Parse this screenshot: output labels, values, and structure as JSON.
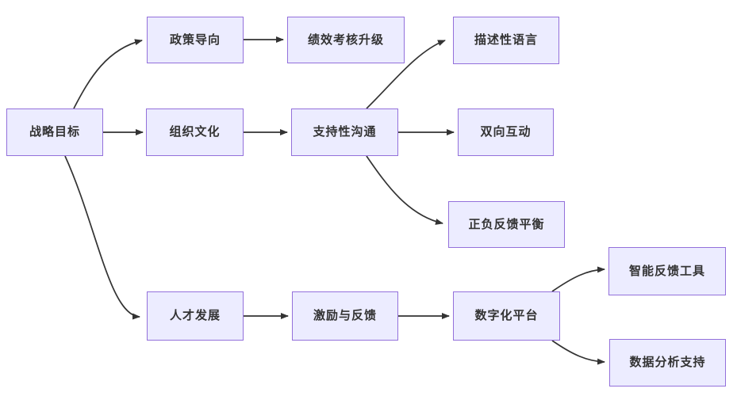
{
  "diagram": {
    "type": "flowchart",
    "direction": "left-to-right",
    "style": {
      "node_fill": "#ECECFF",
      "node_border": "#9370DB",
      "edge_color": "#333333",
      "text_color": "#333333",
      "background": "#FFFFFF"
    },
    "nodes": [
      {
        "id": "strategic-goals",
        "label": "战略目标"
      },
      {
        "id": "policy-orientation",
        "label": "政策导向"
      },
      {
        "id": "performance-appraisal-upgrade",
        "label": "绩效考核升级"
      },
      {
        "id": "organizational-culture",
        "label": "组织文化"
      },
      {
        "id": "supportive-communication",
        "label": "支持性沟通"
      },
      {
        "id": "descriptive-language",
        "label": "描述性语言"
      },
      {
        "id": "two-way-interaction",
        "label": "双向互动"
      },
      {
        "id": "positive-negative-feedback-balance",
        "label": "正负反馈平衡"
      },
      {
        "id": "talent-development",
        "label": "人才发展"
      },
      {
        "id": "incentive-and-feedback",
        "label": "激励与反馈"
      },
      {
        "id": "digital-platform",
        "label": "数字化平台"
      },
      {
        "id": "smart-feedback-tools",
        "label": "智能反馈工具"
      },
      {
        "id": "data-analysis-support",
        "label": "数据分析支持"
      }
    ],
    "edges": [
      {
        "from": "战略目标",
        "to": "政策导向"
      },
      {
        "from": "战略目标",
        "to": "组织文化"
      },
      {
        "from": "战略目标",
        "to": "人才发展"
      },
      {
        "from": "政策导向",
        "to": "绩效考核升级"
      },
      {
        "from": "组织文化",
        "to": "支持性沟通"
      },
      {
        "from": "支持性沟通",
        "to": "描述性语言"
      },
      {
        "from": "支持性沟通",
        "to": "双向互动"
      },
      {
        "from": "支持性沟通",
        "to": "正负反馈平衡"
      },
      {
        "from": "人才发展",
        "to": "激励与反馈"
      },
      {
        "from": "激励与反馈",
        "to": "数字化平台"
      },
      {
        "from": "数字化平台",
        "to": "智能反馈工具"
      },
      {
        "from": "数字化平台",
        "to": "数据分析支持"
      }
    ]
  }
}
